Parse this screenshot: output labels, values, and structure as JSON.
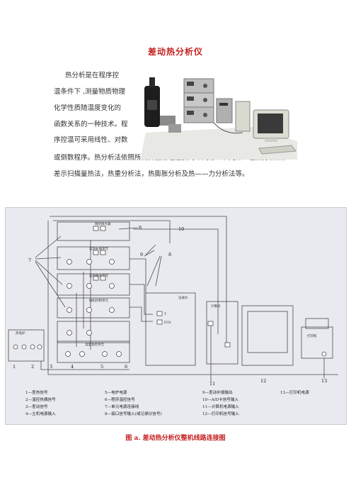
{
  "title": "差动热分析仪",
  "intro_lines": [
    "热分析是在程序控",
    "温条件下 ,测量物质物理",
    "化学性质随温度变化的",
    "函数关系的一种技术。程",
    "序控温可采用线性、对数"
  ],
  "body_lines": [
    "或倒数程序。热分析法依照所测样品物理性质的不同有以下几种：差热分析法，",
    "差示扫描量热法，热重分析法，热膨胀分析及热——力分析法等。"
  ],
  "diagram": {
    "units": {
      "wk": "微伏放大器",
      "cd": "差动补偿单元",
      "yk": "差热放大单元",
      "wb": "微机控制单元",
      "ty": "温度程控单元",
      "rf": "热电炉",
      "jly": "记录仪",
      "jsj": "计算机",
      "dyj": "打印机",
      "t": "T",
      "dta": "DTA"
    },
    "callouts": [
      "1",
      "2",
      "3",
      "4",
      "5",
      "6",
      "7",
      "8",
      "8",
      "9",
      "10",
      "11",
      "12",
      "13"
    ],
    "legend": [
      [
        "1—差热信号",
        "5—电炉电源",
        "9—差动补偿输出",
        "13—打印机电源"
      ],
      [
        "2—温控热偶信号",
        "6—程序温控信号",
        "10—A/D卡信号输入",
        ""
      ],
      [
        "3—差动信号",
        "7—单元电源连接线",
        "11—计算机电源输入",
        ""
      ],
      [
        "4—主机电源输入",
        "8—接口信号输入(或记录仪信号)",
        "12—打印机信号输入",
        ""
      ]
    ]
  },
  "caption": "图 a. 差动热分析仪整机线路连接图"
}
